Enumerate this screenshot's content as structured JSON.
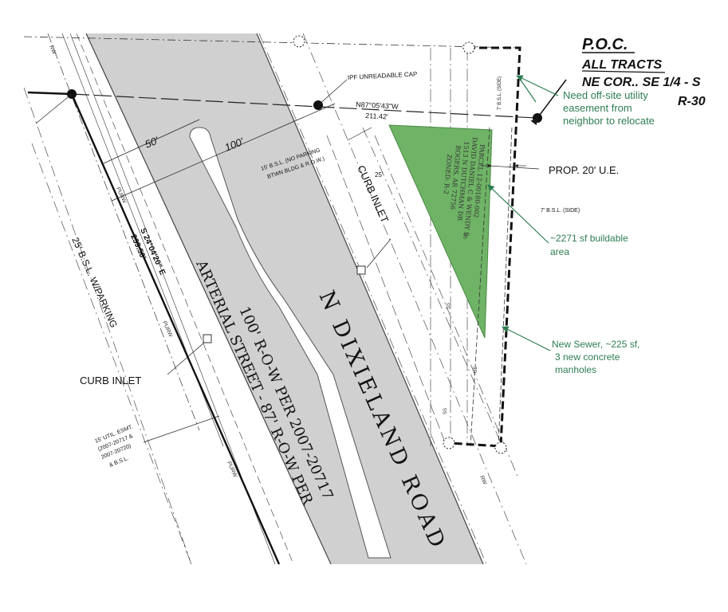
{
  "poc": {
    "title": "P.O.C.",
    "line1": "ALL TRACTS",
    "line2": "NE COR.. SE 1/4 - S",
    "line3": "R-30"
  },
  "road": {
    "name": "N DIXIELAND ROAD",
    "row_line1": "100' R-O-W PER 2007-20717",
    "row_line2": "ARTERIAL STREET - 87' R-O-W PER"
  },
  "survey": {
    "ipf": "IPF UNREADABLE CAP",
    "bearing_top": "N87°05'43\"W",
    "dist_top": "211.42'",
    "bearing_left": "S 24°04'20\" E",
    "dist_left": "239.50'",
    "dim_50": "50'",
    "dim_100": "100'",
    "dim_25": "25'",
    "bsl_15_line1": "15' B.S.L. (NO PARKING",
    "bsl_15_line2": "BTWN BLDG & R.O.W.)",
    "bsl_25": "25' B.S.L. W/PARKING",
    "bsl_7_top": "7' B.S.L. (SIDE)",
    "bsl_7_mid": "7' B.S.L. (SIDE)",
    "curb_inlet_1": "CURB INLET",
    "curb_inlet_2": "CURB INLET",
    "util_line1": "15' UTIL. ESMT.",
    "util_line2": "(2007-20717 &",
    "util_line3": "2007-20720)",
    "util_line4": "& B.S.L.",
    "prop_ue": "PROP. 20' U.E.",
    "rw": "RW",
    "purw": "PURW",
    "ss": "SS",
    "ue": "UE"
  },
  "parcel": {
    "line1": "PARCEL 12-00180-002",
    "line2": "DAVID DANIEL C & WENDY S",
    "line3": "1513 N DUTCHMAN DR",
    "line4": "ROGERS, AR 72756",
    "line5": "ZONED: R-2"
  },
  "notes": {
    "offsite_1": "Need off-site utility",
    "offsite_2": "easement from",
    "offsite_3": "neighbor to relocate",
    "buildable_1": "~2271 sf buildable",
    "buildable_2": "area",
    "sewer_1": "New Sewer, ~225 sf,",
    "sewer_2": "3 new concrete",
    "sewer_3": "manholes"
  },
  "colors": {
    "road_fill": "#d0d0d0",
    "buildable_fill": "#6fb366",
    "note_text": "#2e7d52",
    "line": "#1a1a1a"
  }
}
